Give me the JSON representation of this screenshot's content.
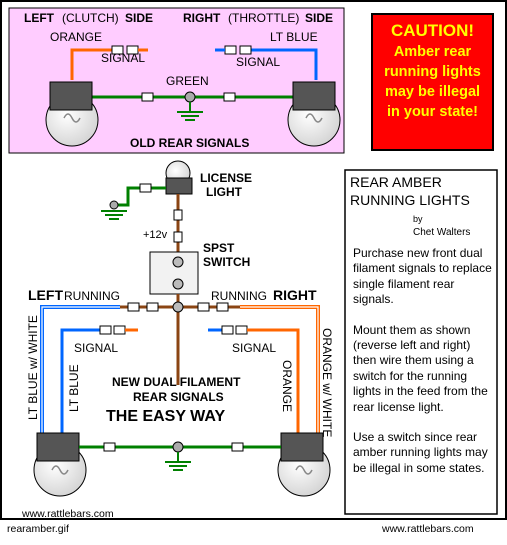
{
  "old_section": {
    "left_side": "LEFT",
    "left_qualifier": "(CLUTCH)",
    "left_side_word": "SIDE",
    "right_side": "RIGHT",
    "right_qualifier": "(THROTTLE)",
    "right_side_word": "SIDE",
    "orange_label": "ORANGE",
    "lt_blue_label": "LT BLUE",
    "signal_left": "SIGNAL",
    "signal_right": "SIGNAL",
    "green_label": "GREEN",
    "title": "OLD REAR SIGNALS"
  },
  "caution": {
    "title": "CAUTION!",
    "lines": [
      "Amber rear",
      "running lights",
      "may be illegal",
      "in your state!"
    ]
  },
  "new_section": {
    "license_light_line1": "LICENSE",
    "license_light_line2": "LIGHT",
    "plus12v": "+12v",
    "switch_line1": "SPST",
    "switch_line2": "SWITCH",
    "left_label": "LEFT",
    "left_running": "RUNNING",
    "right_running": "RUNNING",
    "right_label": "RIGHT",
    "signal_left": "SIGNAL",
    "signal_right": "SIGNAL",
    "lt_blue_white": "LT BLUE w/ WHITE",
    "lt_blue": "LT BLUE",
    "orange_white": "ORANGE w/ WHITE",
    "orange": "ORANGE",
    "caption_line1": "NEW DUAL FILAMENT",
    "caption_line2": "REAR SIGNALS",
    "caption_line3": "THE EASY WAY"
  },
  "notes": {
    "title_line1": "REAR AMBER",
    "title_line2": "RUNNING LIGHTS",
    "by": "by",
    "author": "Chet Walters",
    "para1": "Purchase new front dual filament signals to replace single filament rear signals.",
    "para2": "Mount them as shown (reverse left and right) then wire them using a switch for the running lights in the feed from the rear license light.",
    "para3": "Use a switch since rear amber running lights may be illegal in some states."
  },
  "footer": {
    "left_url": "www.rattlebars.com",
    "right_url": "www.rattlebars.com",
    "filename": "rearamber.gif"
  },
  "colors": {
    "pink_panel": "#ffccff",
    "orange_wire": "#ff6600",
    "blue_wire": "#0066ff",
    "green_wire": "#008000",
    "brown_wire": "#8b4513",
    "caution_bg": "#ff0000",
    "caution_text": "#ffff00"
  }
}
